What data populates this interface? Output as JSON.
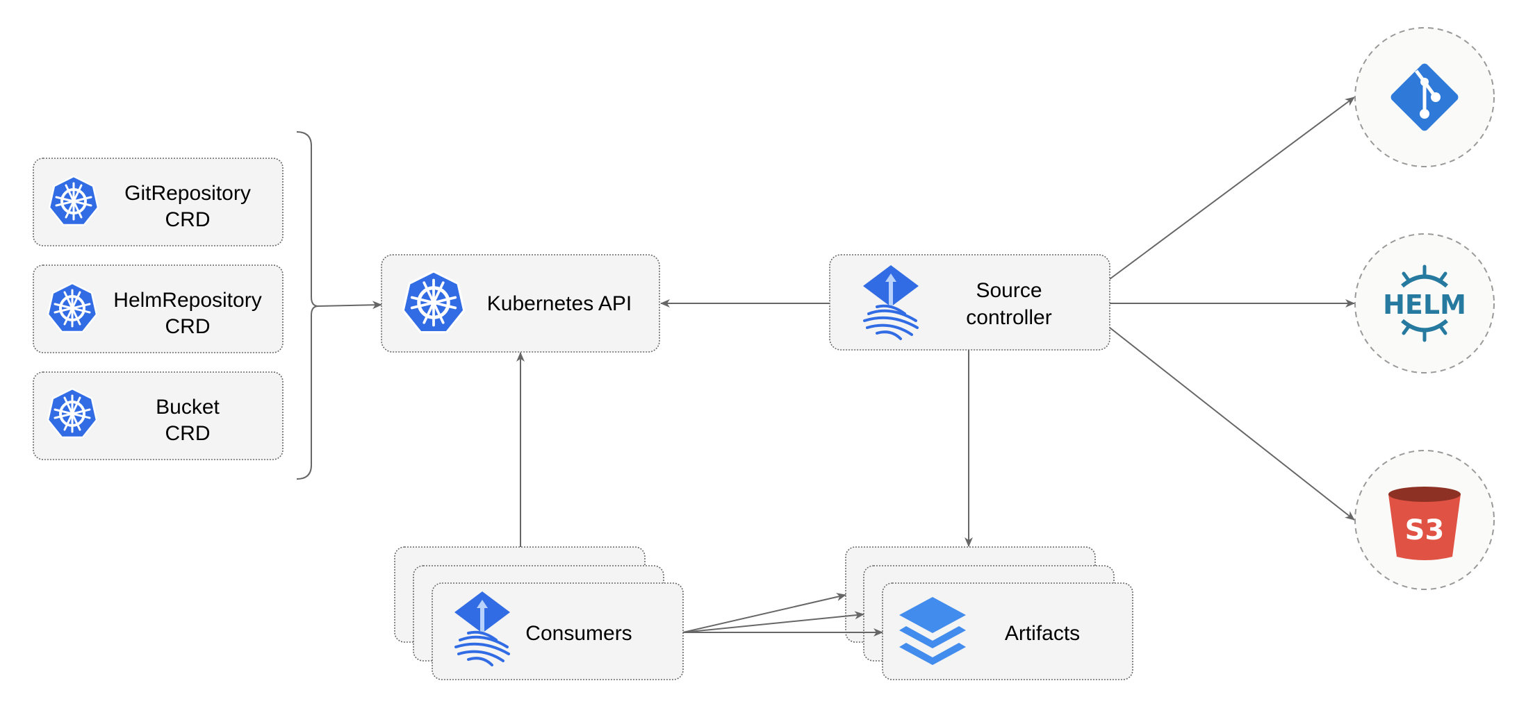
{
  "nodes": {
    "git_repository_crd": {
      "line1": "GitRepository",
      "line2": "CRD",
      "icon": "kubernetes-icon"
    },
    "helm_repository_crd": {
      "line1": "HelmRepository",
      "line2": "CRD",
      "icon": "kubernetes-icon"
    },
    "bucket_crd": {
      "line1": "Bucket",
      "line2": "CRD",
      "icon": "kubernetes-icon"
    },
    "kubernetes_api": {
      "label": "Kubernetes API",
      "icon": "kubernetes-icon"
    },
    "source_controller": {
      "line1": "Source",
      "line2": "controller",
      "icon": "flux-icon"
    },
    "consumers": {
      "label": "Consumers",
      "icon": "flux-icon"
    },
    "artifacts": {
      "label": "Artifacts",
      "icon": "layers-icon"
    },
    "git": {
      "icon": "git-icon"
    },
    "helm": {
      "logo_text": "HELM",
      "icon": "helm-icon"
    },
    "s3": {
      "logo_text": "S3",
      "icon": "s3-bucket-icon"
    }
  },
  "edges": [
    {
      "from": "crds",
      "to": "kubernetes_api"
    },
    {
      "from": "source_controller",
      "to": "kubernetes_api"
    },
    {
      "from": "consumers",
      "to": "kubernetes_api"
    },
    {
      "from": "source_controller",
      "to": "artifacts"
    },
    {
      "from": "source_controller",
      "to": "git"
    },
    {
      "from": "source_controller",
      "to": "helm"
    },
    {
      "from": "source_controller",
      "to": "s3"
    },
    {
      "from": "consumers",
      "to": "artifacts"
    }
  ],
  "colors": {
    "kubernetes": "#326ce5",
    "flux": "#326ce5",
    "artifacts": "#418cec",
    "git": "#2f7ad8",
    "helm": "#277a9f",
    "s3_body": "#e05243",
    "s3_rim": "#8c3123",
    "edge": "#666666",
    "box_fill": "#f4f4f4"
  }
}
